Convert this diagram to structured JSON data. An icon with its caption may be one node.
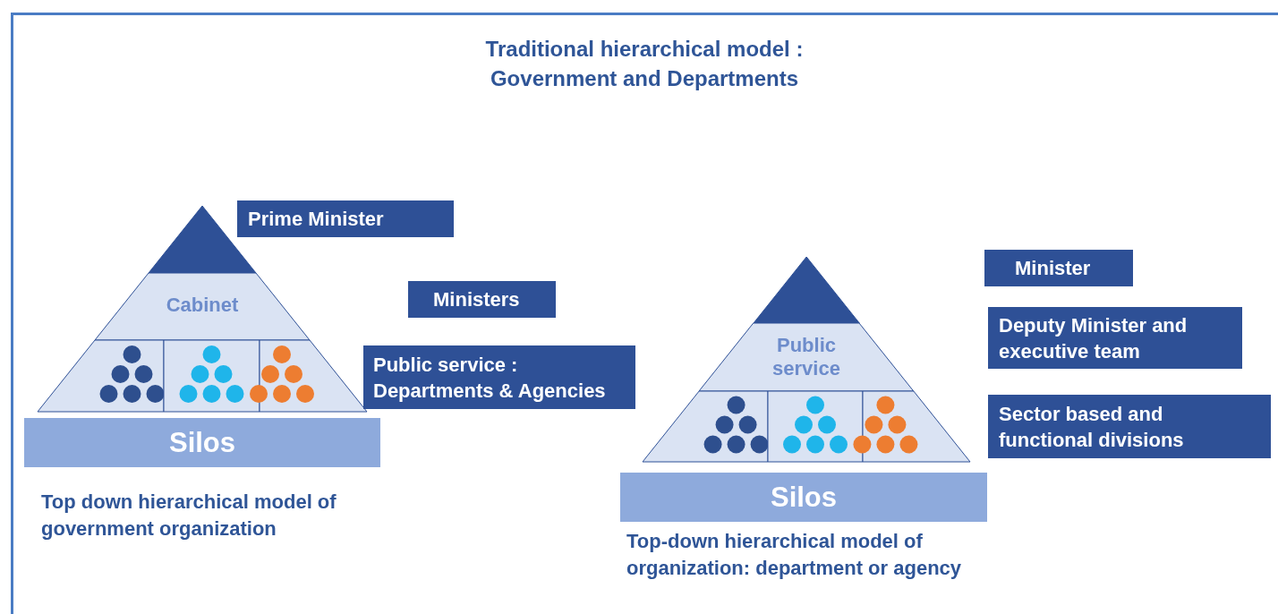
{
  "diagram": {
    "title": "Traditional hierarchical model : Government and Departments",
    "nodes": [
      {
        "text": [],
        "shape": "triangle"
      },
      {
        "text": [
          "Cabinet"
        ]
      },
      {
        "text": [],
        "shape": "box"
      },
      {
        "text": [],
        "shape": "box"
      },
      {
        "text": [],
        "shape": "box"
      },
      {
        "text": [
          "Silos"
        ]
      },
      {
        "text": [
          "Prime Minister"
        ]
      },
      {
        "text": [
          "Ministers"
        ]
      },
      {
        "text": [
          "Public service : Departments & Agencies"
        ]
      },
      {
        "text": [],
        "shape": "triangle"
      },
      {
        "text": [
          "Public service"
        ]
      },
      {
        "text": [],
        "shape": "box"
      },
      {
        "text": [],
        "shape": "box"
      },
      {
        "text": [],
        "shape": "box"
      },
      {
        "text": [
          "Silos"
        ]
      },
      {
        "text": [
          "Minister"
        ]
      },
      {
        "text": [
          "Deputy Minister and executive team"
        ]
      },
      {
        "text": [
          "Sector based and functional divisions"
        ]
      }
    ],
    "edges": [],
    "labels": [
      "Top down hierarchical model of government organization",
      "Top-down hierarchical model of organization: department or agency"
    ]
  }
}
